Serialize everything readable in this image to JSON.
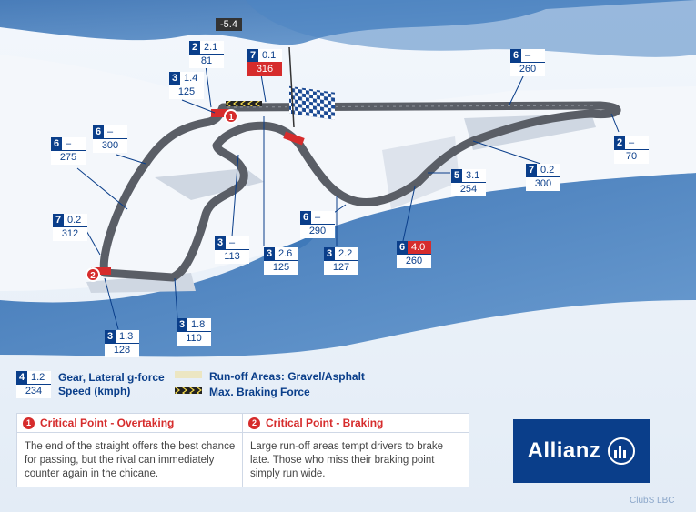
{
  "top_value": "-5.4",
  "points": [
    {
      "gear": "2",
      "lat": "2.1",
      "speed": "81"
    },
    {
      "gear": "3",
      "lat": "1.4",
      "speed": "125"
    },
    {
      "gear": "7",
      "lat": "0.1",
      "speed": "316",
      "speed_highlight": true
    },
    {
      "gear": "6",
      "lat": "–",
      "speed": "260"
    },
    {
      "gear": "6",
      "lat": "–",
      "speed": "300"
    },
    {
      "gear": "6",
      "lat": "–",
      "speed": "275"
    },
    {
      "gear": "2",
      "lat": "–",
      "speed": "70"
    },
    {
      "gear": "7",
      "lat": "0.2",
      "speed": "300"
    },
    {
      "gear": "5",
      "lat": "3.1",
      "speed": "254"
    },
    {
      "gear": "7",
      "lat": "0.2",
      "speed": "312"
    },
    {
      "gear": "6",
      "lat": "–",
      "speed": "290"
    },
    {
      "gear": "3",
      "lat": "–",
      "speed": "113"
    },
    {
      "gear": "3",
      "lat": "2.6",
      "speed": "125"
    },
    {
      "gear": "3",
      "lat": "2.2",
      "speed": "127"
    },
    {
      "gear": "6",
      "lat": "4.0",
      "speed": "260",
      "lat_highlight": true
    },
    {
      "gear": "3",
      "lat": "1.3",
      "speed": "128"
    },
    {
      "gear": "3",
      "lat": "1.8",
      "speed": "110"
    }
  ],
  "markers": [
    "1",
    "2"
  ],
  "legend": {
    "sample": {
      "gear": "4",
      "lat": "1.2",
      "speed": "234"
    },
    "gear_label": "Gear, Lateral g-force",
    "speed_label": "Speed (kmph)",
    "runoff_label": "Run-off Areas: Gravel/Asphalt",
    "braking_label": "Max. Braking Force"
  },
  "panels": [
    {
      "num": "1",
      "title": "Critical Point - Overtaking",
      "text": "The end of the straight offers the best chance for passing, but the rival can immediately counter again in the chicane."
    },
    {
      "num": "2",
      "title": "Critical Point - Braking",
      "text": "Large run-off areas tempt drivers to brake late. Those who miss their braking point simply run wide."
    }
  ],
  "brand": "Allianz",
  "credit": "ClubS LBC",
  "colors": {
    "navy": "#0a3e8a",
    "red": "#d62c2c",
    "water": "#2f6eb3",
    "track": "#5a5e66"
  }
}
